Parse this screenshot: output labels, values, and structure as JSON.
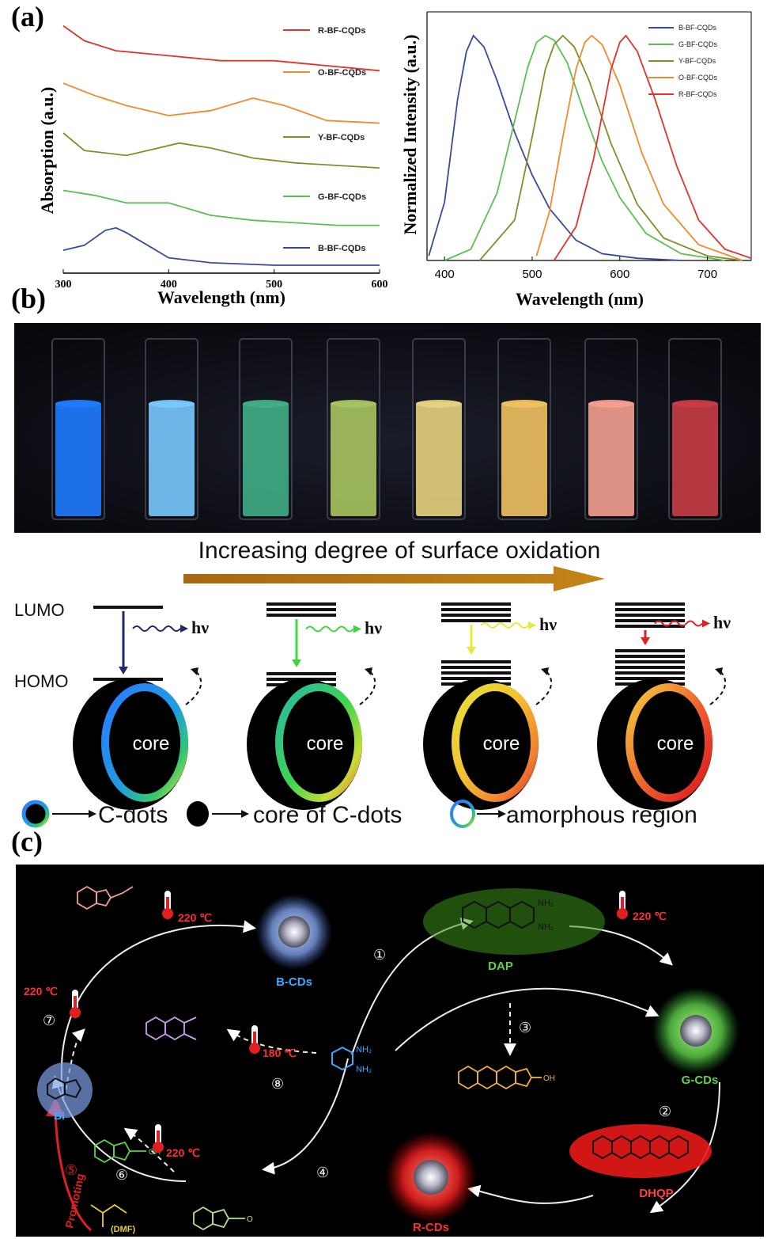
{
  "panels": {
    "a": "(a)",
    "b": "(b)",
    "c": "(c)"
  },
  "chart_data": [
    {
      "type": "line",
      "xlabel": "Wavelength (nm)",
      "ylabel": "Absorption (a.u.)",
      "xlim": [
        300,
        600
      ],
      "xticks": [
        "300",
        "400",
        "500",
        "600"
      ],
      "series": [
        {
          "name": "R-BF-CQDs",
          "color": "#e0332a",
          "x": [
            300,
            320,
            350,
            400,
            450,
            500,
            550,
            600
          ],
          "y": [
            0.96,
            0.9,
            0.86,
            0.84,
            0.82,
            0.82,
            0.8,
            0.78
          ]
        },
        {
          "name": "O-BF-CQDs",
          "color": "#f08a2c",
          "x": [
            300,
            330,
            360,
            400,
            440,
            480,
            510,
            550,
            600
          ],
          "y": [
            0.73,
            0.68,
            0.64,
            0.6,
            0.62,
            0.67,
            0.64,
            0.58,
            0.57
          ]
        },
        {
          "name": "Y-BF-CQDs",
          "color": "#8a8a2a",
          "x": [
            300,
            320,
            360,
            390,
            410,
            440,
            480,
            520,
            560,
            600
          ],
          "y": [
            0.53,
            0.46,
            0.44,
            0.47,
            0.49,
            0.47,
            0.43,
            0.41,
            0.4,
            0.39
          ]
        },
        {
          "name": "G-BF-CQDs",
          "color": "#5cbf55",
          "x": [
            300,
            330,
            360,
            400,
            440,
            480,
            520,
            560,
            600
          ],
          "y": [
            0.3,
            0.28,
            0.25,
            0.25,
            0.2,
            0.18,
            0.17,
            0.16,
            0.16
          ]
        },
        {
          "name": "B-BF-CQDs",
          "color": "#3a4a9a",
          "x": [
            300,
            320,
            340,
            350,
            360,
            380,
            400,
            440,
            500,
            550,
            600
          ],
          "y": [
            0.06,
            0.08,
            0.14,
            0.15,
            0.13,
            0.08,
            0.03,
            0.01,
            0.0,
            0.0,
            0.0
          ]
        }
      ]
    },
    {
      "type": "line",
      "xlabel": "Wavelength (nm)",
      "ylabel": "Normalized Intensity (a.u.)",
      "xlim": [
        380,
        750
      ],
      "ylim": [
        0,
        1
      ],
      "xticks": [
        "400",
        "500",
        "600",
        "700"
      ],
      "series": [
        {
          "name": "B-BF-CQDs",
          "color": "#3a4a9a",
          "x": [
            382,
            400,
            415,
            425,
            433,
            445,
            460,
            480,
            500,
            520,
            550,
            580,
            620,
            670
          ],
          "y": [
            0.02,
            0.26,
            0.72,
            0.93,
            1.0,
            0.95,
            0.8,
            0.57,
            0.38,
            0.23,
            0.09,
            0.03,
            0.01,
            0.0
          ]
        },
        {
          "name": "G-BF-CQDs",
          "color": "#5cbf55",
          "x": [
            400,
            430,
            460,
            480,
            495,
            505,
            515,
            525,
            540,
            560,
            580,
            600,
            630,
            670,
            720
          ],
          "y": [
            0.0,
            0.05,
            0.3,
            0.62,
            0.86,
            0.97,
            1.0,
            0.98,
            0.88,
            0.65,
            0.44,
            0.28,
            0.12,
            0.03,
            0.0
          ]
        },
        {
          "name": "Y-BF-CQDs",
          "color": "#8a8a2a",
          "x": [
            440,
            480,
            500,
            515,
            525,
            535,
            548,
            565,
            590,
            620,
            650,
            700,
            740
          ],
          "y": [
            0.0,
            0.18,
            0.55,
            0.85,
            0.96,
            1.0,
            0.95,
            0.8,
            0.52,
            0.25,
            0.1,
            0.02,
            0.0
          ]
        },
        {
          "name": "O-BF-CQDs",
          "color": "#f08a2c",
          "x": [
            505,
            520,
            535,
            550,
            560,
            568,
            580,
            600,
            625,
            650,
            690,
            740
          ],
          "y": [
            0.02,
            0.22,
            0.55,
            0.85,
            0.97,
            1.0,
            0.96,
            0.78,
            0.48,
            0.25,
            0.07,
            0.0
          ]
        },
        {
          "name": "R-BF-CQDs",
          "color": "#e0332a",
          "x": [
            525,
            550,
            570,
            590,
            600,
            607,
            620,
            640,
            665,
            690,
            720,
            750
          ],
          "y": [
            0.0,
            0.15,
            0.45,
            0.85,
            0.97,
            1.0,
            0.93,
            0.72,
            0.42,
            0.18,
            0.05,
            0.01
          ]
        }
      ]
    }
  ],
  "photo": {
    "vial_colors": [
      "#1f7bff",
      "#79c8ff",
      "#3fae86",
      "#a8c460",
      "#e6d27e",
      "#f0c160",
      "#f3a090",
      "#c83c45"
    ]
  },
  "diagram_b": {
    "title": "Increasing degree of surface oxidation",
    "lumo": "LUMO",
    "homo": "HOMO",
    "hv": "hν",
    "core": "core",
    "emission_colors": [
      "#1e2a6a",
      "#3dd63d",
      "#e6e83a",
      "#e32020"
    ],
    "legend": {
      "cdots": "C-dots",
      "core_of": "core of C-dots",
      "amorphous": "amorphous region"
    }
  },
  "scheme_c": {
    "b_cds": "B-CDs",
    "g_cds": "G-CDs",
    "r_cds": "R-CDs",
    "dap": "DAP",
    "dhqp": "DHQP",
    "bi": "BI",
    "dmf": "(DMF)",
    "promoting": "Promoting",
    "t220": "220 ℃",
    "t180": "180 ℃",
    "nh2": "NH₂",
    "oh": "OH",
    "o": "O",
    "steps": [
      "①",
      "②",
      "③",
      "④",
      "⑤",
      "⑥",
      "⑦",
      "⑧"
    ]
  }
}
